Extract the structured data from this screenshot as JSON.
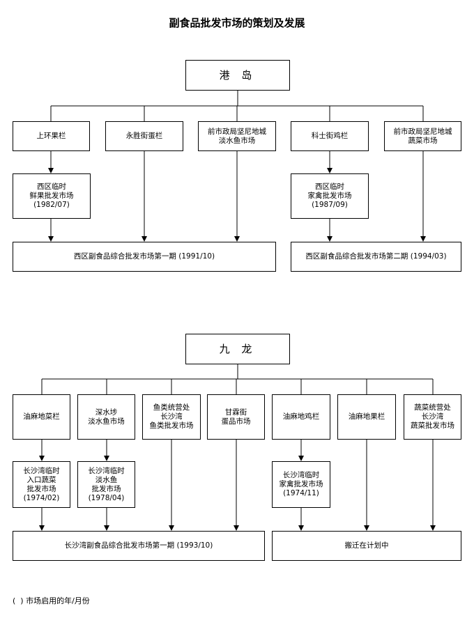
{
  "title": "副食品批发市场的策划及发展",
  "hk": {
    "root": "港 岛",
    "top": [
      "上环果栏",
      "永胜街蛋栏",
      "前市政局坚尼地城\n淡水鱼市场",
      "科士街鸡栏",
      "前市政局坚尼地城\n蔬菜市场"
    ],
    "mid": [
      "西区临时\n鲜果批发市场\n(1982/07)",
      "西区临时\n家禽批发市场\n(1987/09)"
    ],
    "bottom": [
      "西区副食品综合批发市场第一期 (1991/10)",
      "西区副食品综合批发市场第二期 (1994/03)"
    ]
  },
  "kln": {
    "root": "九 龙",
    "top": [
      "油麻地菜栏",
      "深水埗\n淡水鱼市场",
      "鱼类统营处\n长沙湾\n鱼类批发市场",
      "甘霖街\n蛋品市场",
      "油麻地鸡栏",
      "油麻地果栏",
      "蔬菜统营处\n长沙湾\n蔬菜批发市场"
    ],
    "mid": [
      "长沙湾临时\n入口蔬菜\n批发市场\n(1974/02)",
      "长沙湾临时\n淡水鱼\n批发市场\n(1978/04)",
      "长沙湾临时\n家禽批发市场\n(1974/11)"
    ],
    "bottom": [
      "长沙湾副食品综合批发市场第一期 (1993/10)",
      "搬迁在计划中"
    ]
  },
  "footnote": "(  ) 市场启用的年/月份"
}
